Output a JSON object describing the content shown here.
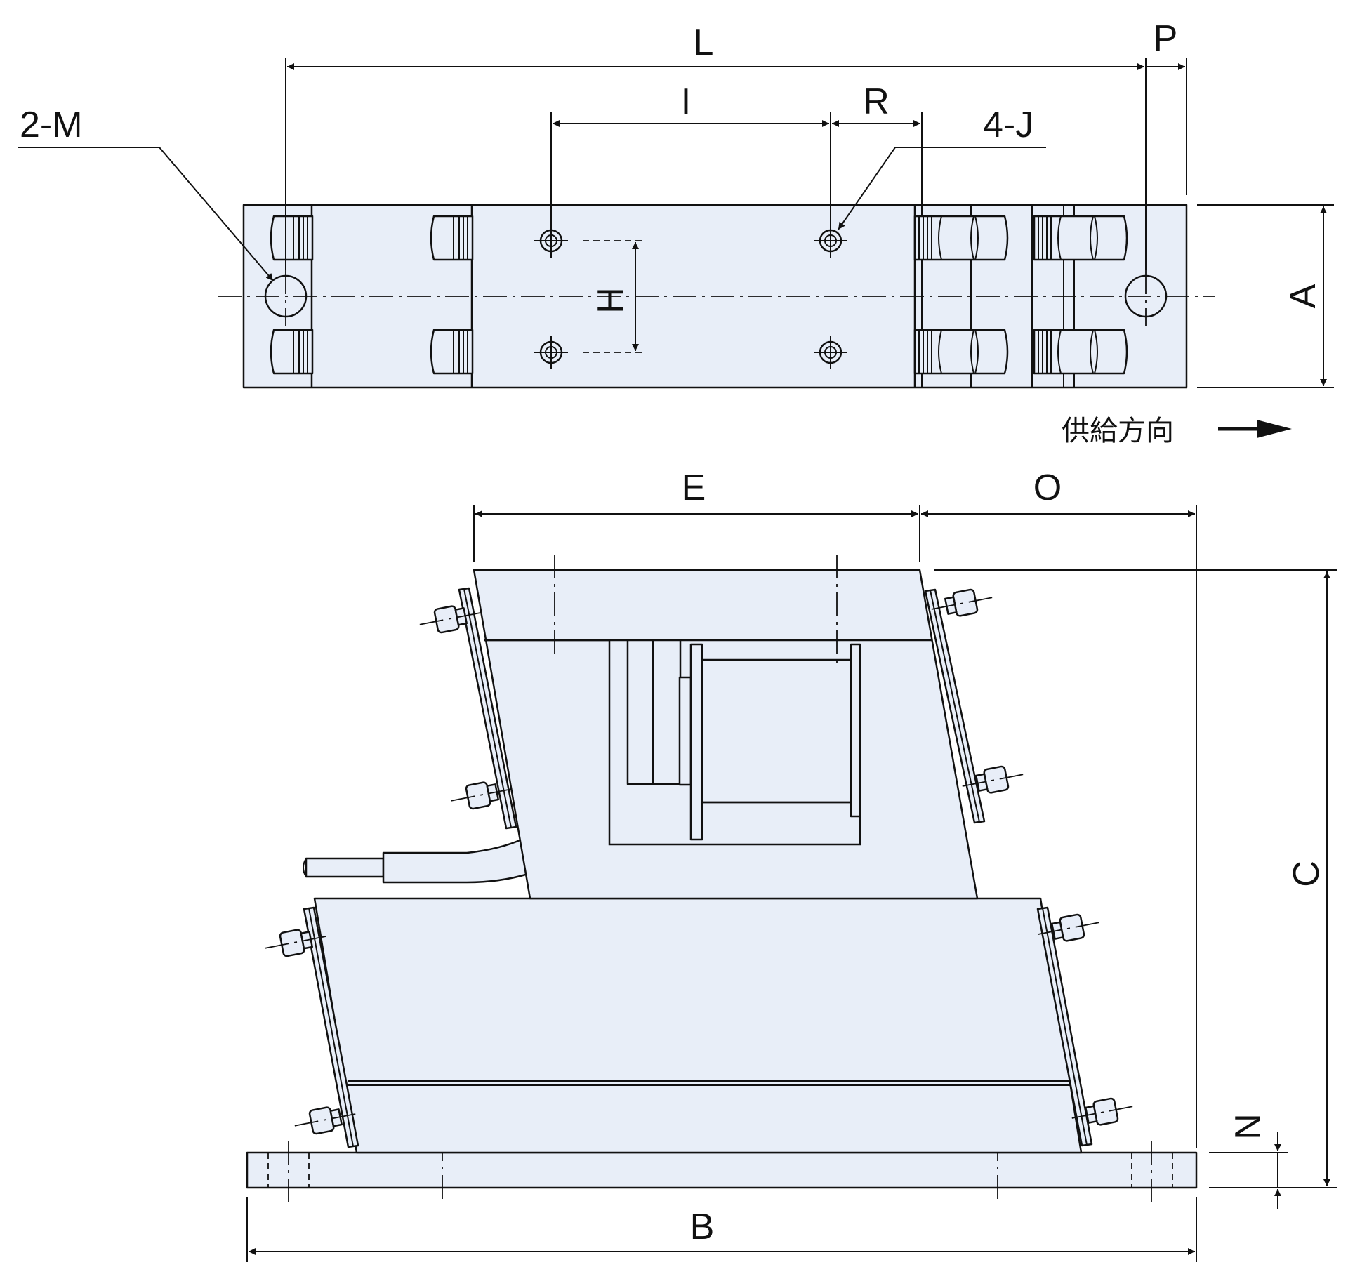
{
  "colors": {
    "part_fill": "#E8EEF8",
    "line": "#111111"
  },
  "top_view": {
    "labels": {
      "L": "L",
      "P": "P",
      "I": "I",
      "R": "R",
      "M_holes": "2-M",
      "J_holes": "4-J",
      "H": "H",
      "A": "A"
    },
    "feed_direction": {
      "text": "供給方向",
      "icon": "arrow-right-icon"
    }
  },
  "front_view": {
    "labels": {
      "E": "E",
      "O": "O",
      "C": "C",
      "N": "N",
      "B": "B"
    }
  }
}
